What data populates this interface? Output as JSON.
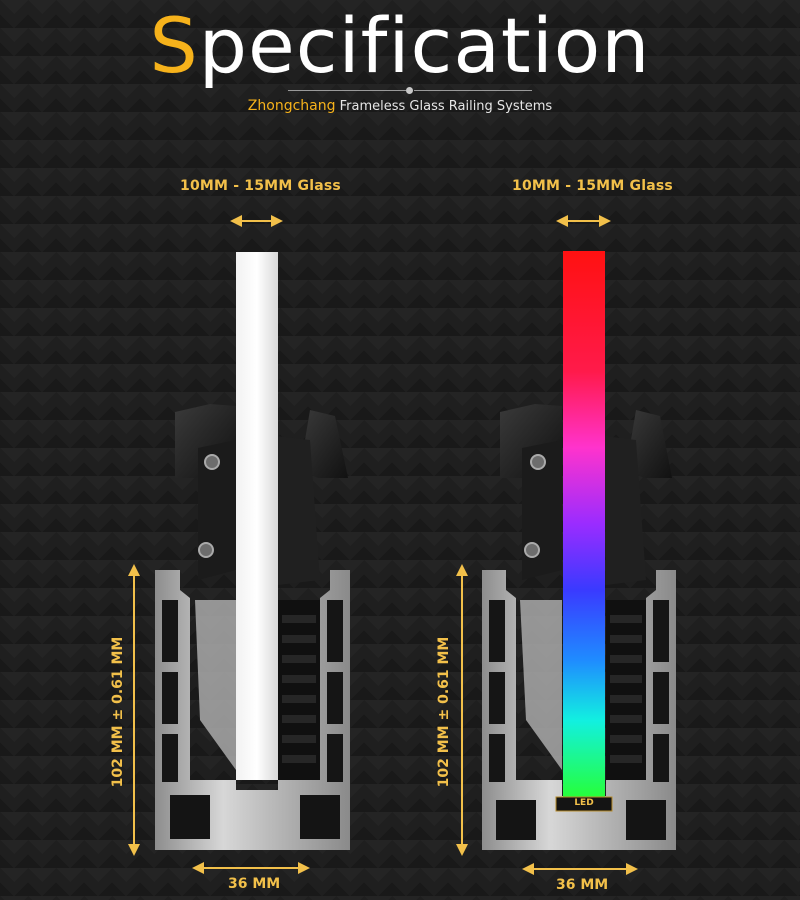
{
  "header": {
    "title_initial": "S",
    "title_rest": "pecification",
    "subtitle_brand": "Zhongchang",
    "subtitle_rest": " Frameless Glass Railing Systems"
  },
  "left_product": {
    "glass_label": "10MM - 15MM Glass",
    "height_label": "102 MM ± 0.61 MM",
    "width_label": "36 MM",
    "glass_color": "#e9e9e9"
  },
  "right_product": {
    "glass_label": "10MM - 15MM Glass",
    "height_label": "102 MM ± 0.61 MM",
    "width_label": "36 MM",
    "led_label": "LED"
  },
  "colors": {
    "accent": "#f6b21b",
    "label": "#f2c04a",
    "background": "#1f1f1f"
  }
}
